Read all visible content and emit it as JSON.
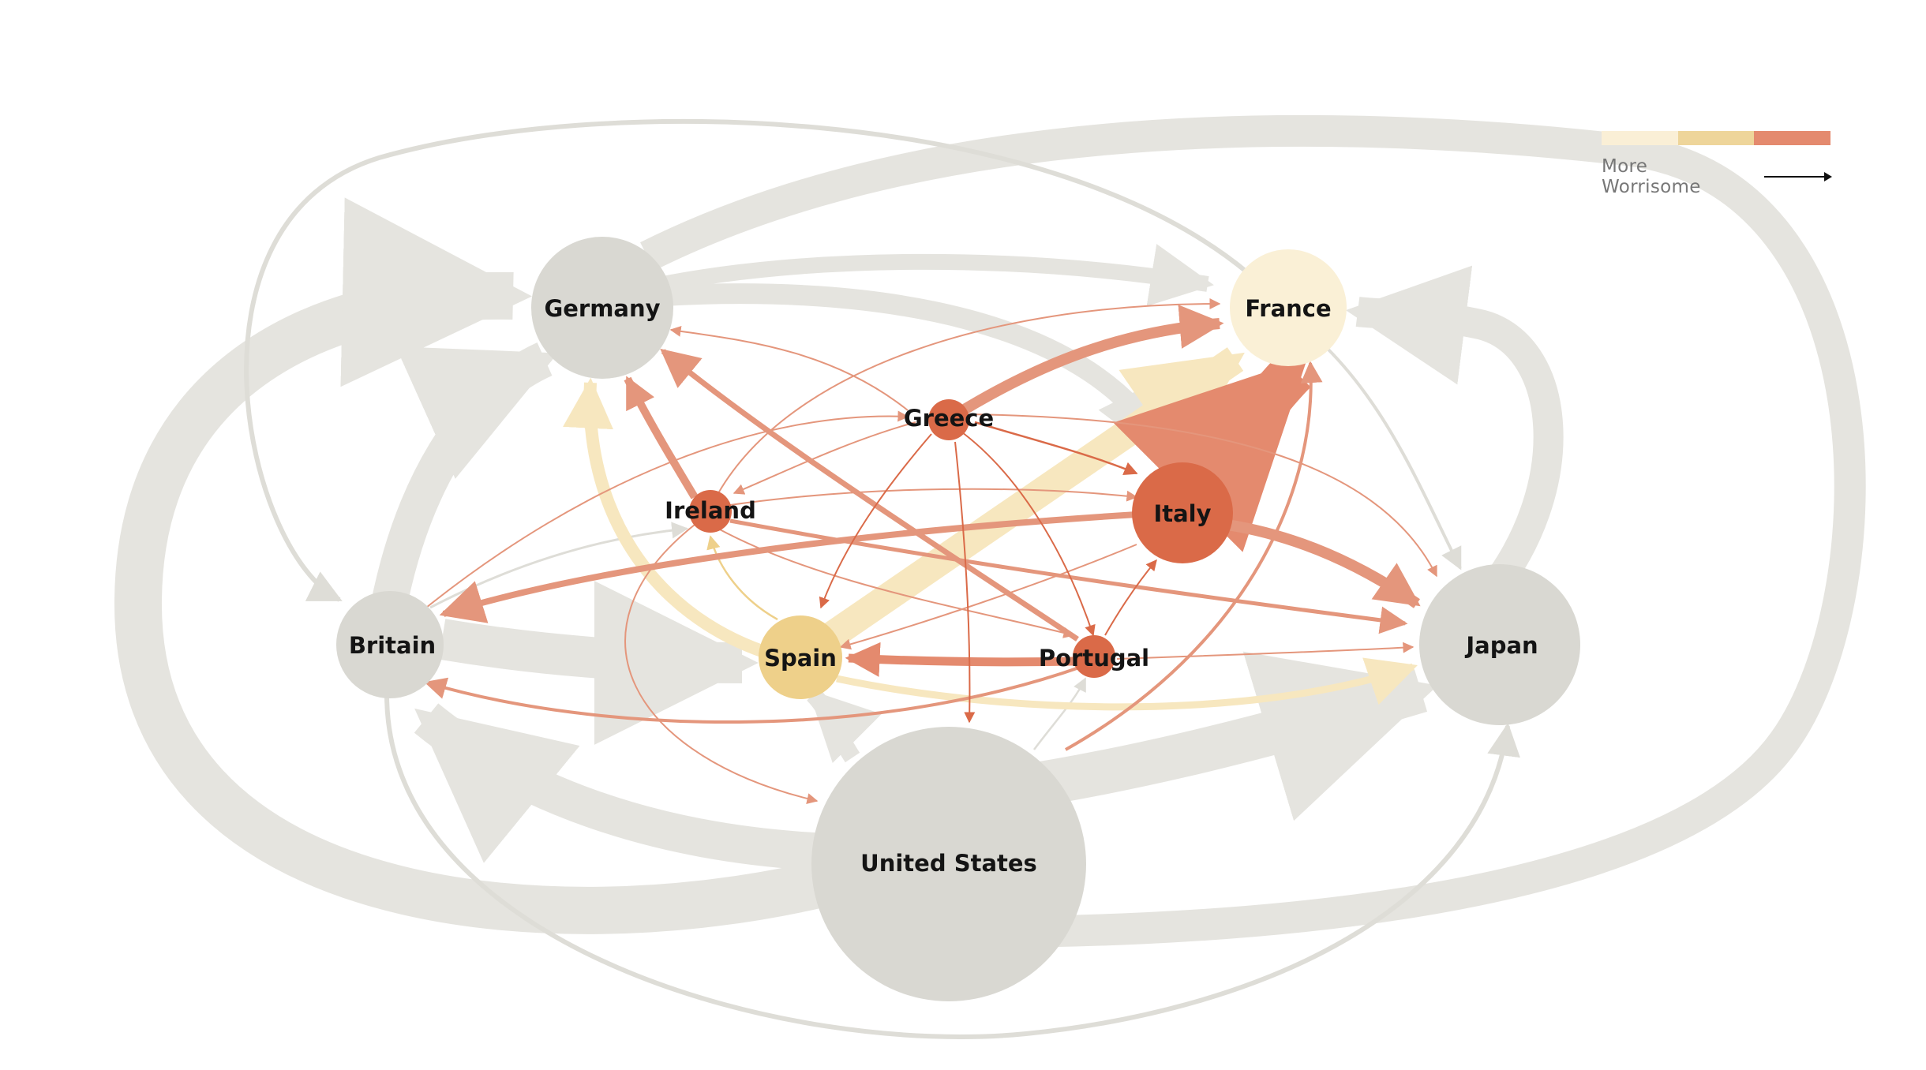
{
  "legend": {
    "text": "More Worrisome",
    "colors": [
      "#faefd6",
      "#eed59a",
      "#e48a6e"
    ]
  },
  "palette": {
    "gray_node": "#d9d8d2",
    "gray_link": "#e5e4df",
    "light": "#f7e7bf",
    "mid": "#eed08a",
    "warm": "#e4967c",
    "hot": "#da6a48"
  },
  "nodes": [
    {
      "id": "germany",
      "label": "Germany",
      "tier": "gray"
    },
    {
      "id": "france",
      "label": "France",
      "tier": "light"
    },
    {
      "id": "greece",
      "label": "Greece",
      "tier": "hot"
    },
    {
      "id": "ireland",
      "label": "Ireland",
      "tier": "hot"
    },
    {
      "id": "italy",
      "label": "Italy",
      "tier": "hot"
    },
    {
      "id": "britain",
      "label": "Britain",
      "tier": "gray"
    },
    {
      "id": "spain",
      "label": "Spain",
      "tier": "mid"
    },
    {
      "id": "portugal",
      "label": "Portugal",
      "tier": "hot"
    },
    {
      "id": "japan",
      "label": "Japan",
      "tier": "gray"
    },
    {
      "id": "united_states",
      "label": "United States",
      "tier": "gray"
    }
  ]
}
